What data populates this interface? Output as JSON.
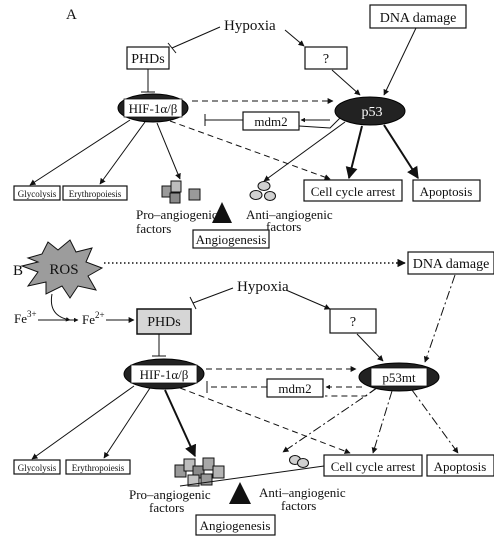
{
  "panel_a": {
    "label": "A",
    "hypoxia": "Hypoxia",
    "dna_damage": "DNA damage",
    "phds": "PHDs",
    "unknown": "?",
    "hif": "HIF-1α/β",
    "p53": "p53",
    "mdm2": "mdm2",
    "glycolysis": "Glycolysis",
    "erythropoiesis": "Erythropoiesis",
    "cell_cycle_arrest": "Cell cycle arrest",
    "apoptosis": "Apoptosis",
    "pro_angiogenic_1": "Pro–angiogenic",
    "pro_angiogenic_2": "factors",
    "anti_angiogenic_1": "Anti–angiogenic",
    "anti_angiogenic_2": "factors",
    "angiogenesis": "Angiogenesis"
  },
  "panel_b": {
    "label": "B",
    "ros": "ROS",
    "dna_damage": "DNA damage",
    "hypoxia": "Hypoxia",
    "fe3_base": "Fe",
    "fe3_sup": "3+",
    "fe2_base": "Fe",
    "fe2_sup": "2+",
    "phds": "PHDs",
    "unknown": "?",
    "hif": "HIF-1α/β",
    "p53mt": "p53mt",
    "mdm2": "mdm2",
    "glycolysis": "Glycolysis",
    "erythropoiesis": "Erythropoiesis",
    "cell_cycle_arrest": "Cell cycle arrest",
    "apoptosis": "Apoptosis",
    "pro_angiogenic_1": "Pro–angiogenic",
    "pro_angiogenic_2": "factors",
    "anti_angiogenic_1": "Anti–angiogenic",
    "anti_angiogenic_2": "factors",
    "angiogenesis": "Angiogenesis"
  }
}
